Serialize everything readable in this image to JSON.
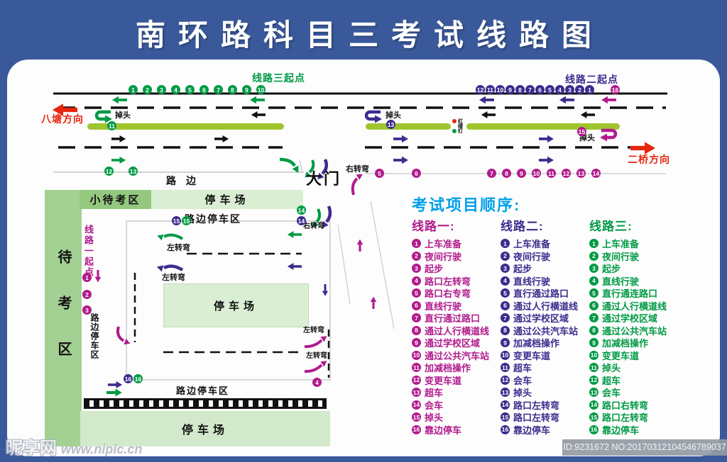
{
  "title": "南环路科目三考试线路图",
  "colors": {
    "board_blue": "#3a599b",
    "route1_magenta": "#b11b8c",
    "route2_purple": "#3d2b8d",
    "route3_green": "#009a44",
    "median_green": "#9fc52e",
    "accent_cyan": "#00a0e9",
    "direction_red": "#e8250f"
  },
  "diagram": {
    "route3_top_badges": [
      "1",
      "2",
      "3",
      "4",
      "5",
      "6",
      "7",
      "8",
      "9",
      "10"
    ],
    "route2_top_badges": [
      "12",
      "11",
      "10",
      "9",
      "8",
      "7",
      "6",
      "5",
      "4",
      "3",
      "2",
      "1"
    ],
    "mid_badges_right": [
      "7",
      "8",
      "9",
      "10",
      "11",
      "12",
      "13",
      "14"
    ],
    "badges": {
      "top_right_16": "16",
      "median_left_11": "11",
      "median_mid_13": "13",
      "median_right_15": "15",
      "roadside_12": "12",
      "roadside_13": "13",
      "mid_5": "5",
      "mid_6": "6",
      "gate_green_14": "14",
      "gate_purple_14": "14",
      "park_purple_15": "15",
      "park_green_15": "15",
      "start1_1": "1",
      "start1_2": "2",
      "start1_3": "3",
      "bottom_purple_16": "16",
      "bottom_green_16": "16",
      "field_4": "4"
    },
    "labels": {
      "route3_start": "线路三起点",
      "route2_start": "线路二起点",
      "route1_start": "线路一起点",
      "direction_west": "八塘方向",
      "direction_east": "二桥方向",
      "u_turn": "掉头",
      "right_turn": "右转弯",
      "left_turn": "左转弯",
      "traffic_light": [
        "红",
        "绿",
        "灯"
      ],
      "gate": "大门",
      "roadside": "路　边",
      "small_waiting_area": "小待考区",
      "parking": "停车场",
      "roadside_parking": "路边停车区",
      "waiting_area": "待考区"
    }
  },
  "exam_list": {
    "title": "考试项目顺序:",
    "columns": [
      {
        "label": "线路一:",
        "color": "#b11b8c",
        "items": [
          "上车准备",
          "夜间行驶",
          "起步",
          "路口左转弯",
          "路口右专弯",
          "直线行驶",
          "直行通过路口",
          "通过人行横道线",
          "通过学校区域",
          "通过公共汽车站",
          "加减档操作",
          "变更车道",
          "超车",
          "会车",
          "掉头",
          "靠边停车"
        ]
      },
      {
        "label": "线路二:",
        "color": "#3d2b8d",
        "items": [
          "上车准备",
          "夜间行驶",
          "起步",
          "直线行驶",
          "直行通过路口",
          "通过人行横道线",
          "通过学校区域",
          "通过公共汽车站",
          "加减档操作",
          "变更车道",
          "超车",
          "会车",
          "掉头",
          "路口左转弯",
          "路口左转弯",
          "靠边停车"
        ]
      },
      {
        "label": "线路三:",
        "color": "#009a44",
        "items": [
          "上车准备",
          "夜间行驶",
          "起步",
          "直线行驶",
          "直行通连路口",
          "通过人行横道线",
          "通过学校区域",
          "通过公共汽车站",
          "加减档操作",
          "变更车道",
          "掉头",
          "超车",
          "会车",
          "路口右转弯",
          "路口左转弯",
          "靠边停车"
        ]
      }
    ]
  },
  "watermark": {
    "site_name": "昵享网",
    "site_url": "www.nipic.cn",
    "id_text": "ID:9231672 NO:20170312104546789037"
  }
}
